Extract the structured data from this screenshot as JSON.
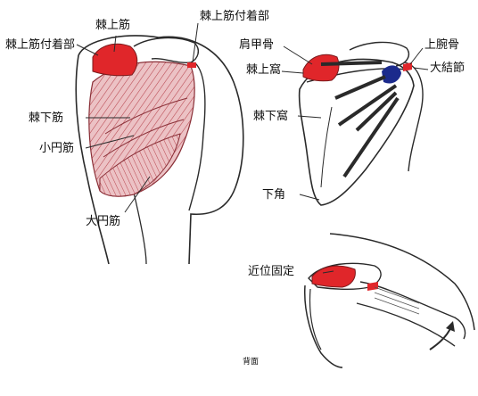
{
  "panel_left": {
    "labels": {
      "supraspinatus": "棘上筋",
      "supraspinatus_insertion": "棘上筋付着部",
      "supraspinatus_origin": "棘上筋付着部",
      "infraspinatus": "棘下筋",
      "teres_minor": "小円筋",
      "teres_major": "大円筋"
    }
  },
  "panel_right": {
    "labels": {
      "spine": "肩甲骨",
      "supraspinous_fossa": "棘上窩",
      "humerus": "上腕骨",
      "greater_tubercle": "大結節",
      "infraspinous_fossa": "棘下窩",
      "inferior_angle": "下角"
    }
  },
  "panel_bottom": {
    "labels": {
      "proximal_fixation": "近位固定"
    }
  },
  "caption": "背面",
  "colors": {
    "muscle_red": "#e0262a",
    "muscle_pink": "#e9b9bc",
    "muscle_line": "#b8454f",
    "insertion_blue": "#1b2a8c",
    "outline": "#2a2a2a"
  }
}
